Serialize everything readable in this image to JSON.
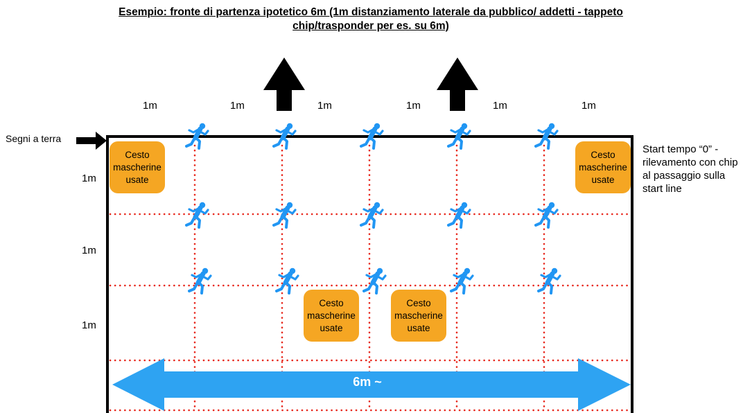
{
  "title": "Esempio: fronte di partenza ipotetico 6m (1m distanziamento laterale da pubblico/ addetti - tappeto chip/trasponder per es. su 6m)",
  "top_spacing_labels": [
    "1m",
    "1m",
    "1m",
    "1m",
    "1m",
    "1m"
  ],
  "row_labels": [
    "1m",
    "1m",
    "1m"
  ],
  "ground_marks_label": "Segni a terra",
  "basket_label": "Cesto mascherine usate",
  "start_note": "Start tempo “0” - rilevamento con chip al passaggio sulla start line",
  "width_arrow_label": "6m ~",
  "runner_icon": "running-person-icon",
  "colors": {
    "runner": "#2196f3",
    "basket": "#f5a623",
    "grid_dots": "#e8281d",
    "width_arrow": "#2ea3f2",
    "border": "#000000"
  }
}
